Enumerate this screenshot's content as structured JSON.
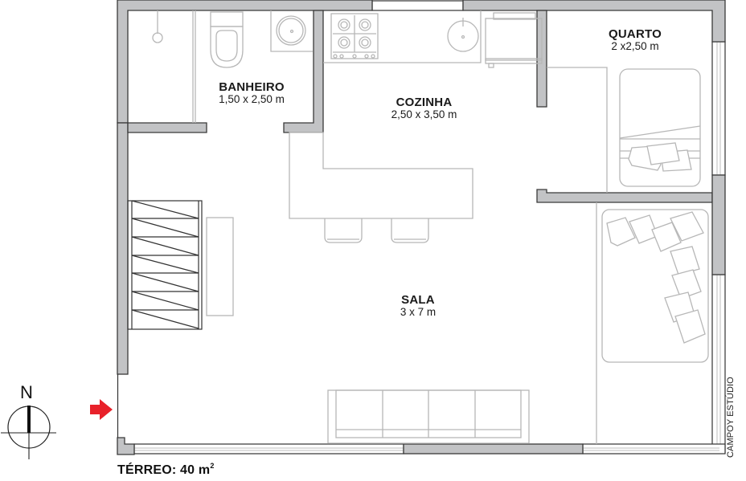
{
  "plan": {
    "title": "TÉRREO: 40 m",
    "title_superscript": "2",
    "credit": "CAMPOY ESTÚDIO",
    "north_label": "N",
    "entrance_arrow_color": "#e8212a",
    "wall_color": "#c2c3c5",
    "rooms": [
      {
        "id": "banheiro",
        "name": "BANHEIRO",
        "dims": "1,50 x 2,50 m"
      },
      {
        "id": "cozinha",
        "name": "COZINHA",
        "dims": "2,50 x 3,50 m"
      },
      {
        "id": "quarto",
        "name": "QUARTO",
        "dims": "2 x2,50 m"
      },
      {
        "id": "sala",
        "name": "SALA",
        "dims": "3 x 7 m"
      }
    ],
    "furniture": [
      "shower",
      "toilet",
      "washbasin",
      "stove",
      "kitchen-sink",
      "refrigerator",
      "kitchen-island",
      "bar-stool",
      "bar-stool",
      "staircase",
      "shelf",
      "wardrobe",
      "bed",
      "pillows",
      "sofa-bed",
      "cushions",
      "sofa"
    ]
  }
}
